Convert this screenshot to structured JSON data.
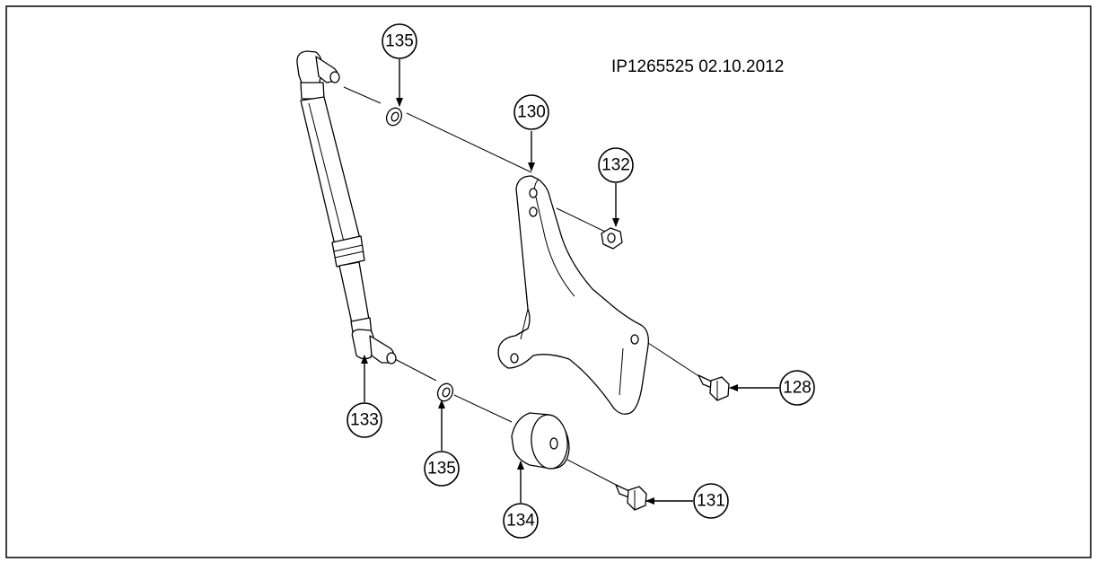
{
  "document_id": "IP1265525 02.10.2012",
  "callouts": {
    "c135_top": "135",
    "c130": "130",
    "c132": "132",
    "c133": "133",
    "c135_bottom": "135",
    "c134": "134",
    "c128": "128",
    "c131": "131"
  },
  "colors": {
    "line": "#000000",
    "background": "#ffffff",
    "shading": "#d9d9d9"
  }
}
